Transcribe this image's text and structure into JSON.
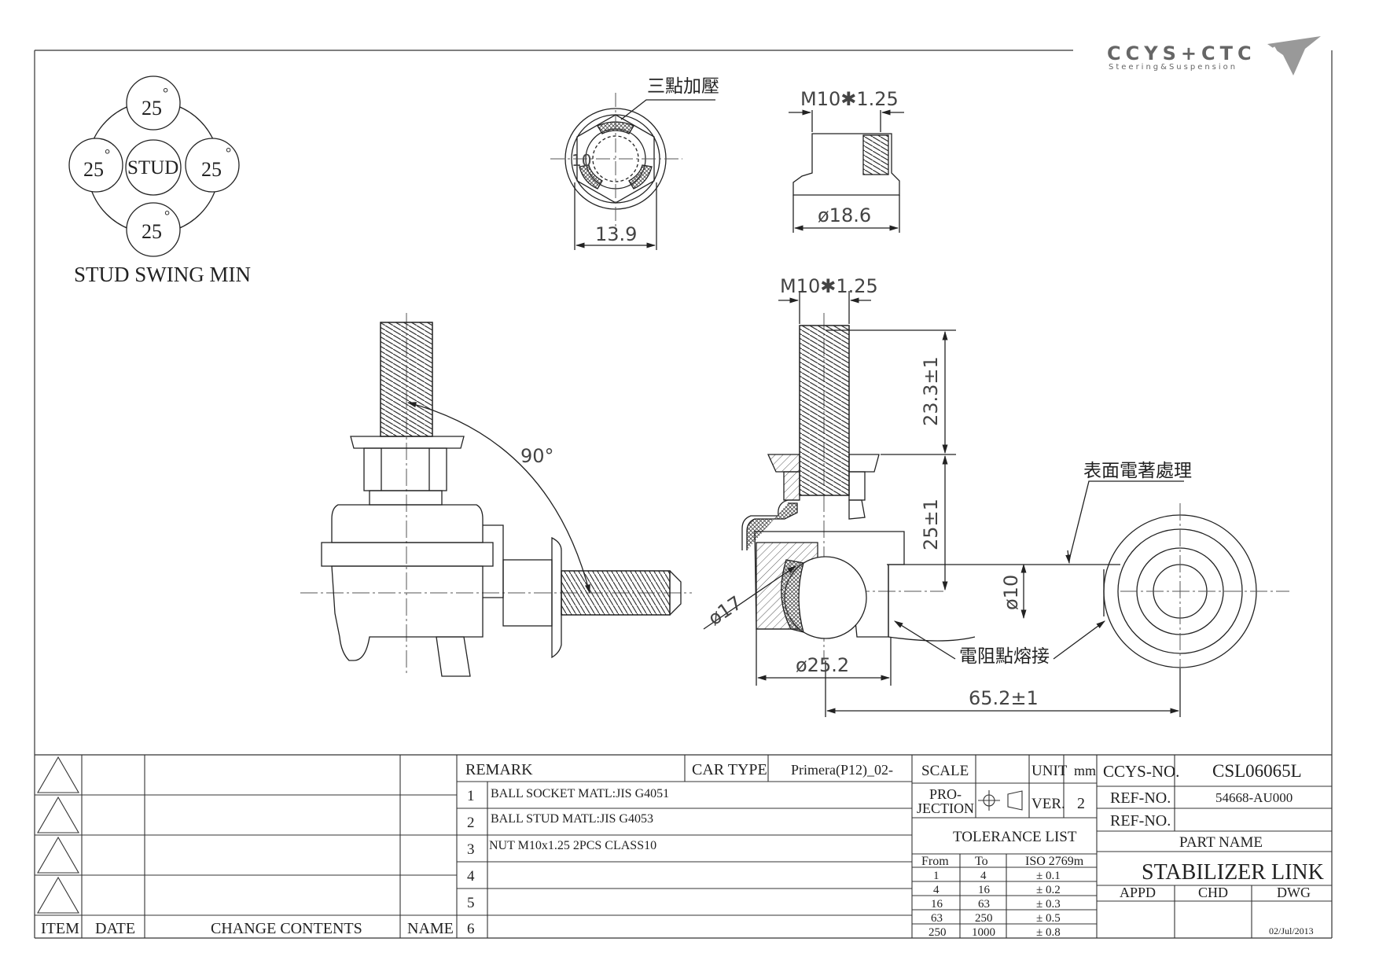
{
  "logo": {
    "name": "ccys-ctc-logo",
    "text": "CCYS+CTC",
    "tagline": "Steering&Suspension"
  },
  "swing": {
    "top": "25",
    "left": "25",
    "right": "25",
    "bottom": "25",
    "center": "STUD",
    "degree": "°",
    "caption": "STUD SWING MIN"
  },
  "nut_view": {
    "callout": "三點加壓",
    "inner": "10",
    "width": "13.9"
  },
  "nut_side": {
    "thread": "M10✱1.25",
    "diameter": "ø18.6"
  },
  "main_side": {
    "angle": "90°"
  },
  "main_section": {
    "thread": "M10✱1.25",
    "dim_stud": "23.3±1",
    "dim_height": "25±1",
    "surface_note": "表面電著處理",
    "ball_dia": "ø17",
    "rod_dia": "ø10",
    "weld_note": "電阻點熔接",
    "housing_dia": "ø25.2",
    "length": "65.2±1"
  },
  "revision_block": {
    "headers": {
      "item": "ITEM",
      "date": "DATE",
      "contents": "CHANGE CONTENTS",
      "name": "NAME"
    }
  },
  "remarks": {
    "remark_label": "REMARK",
    "car_type_label": "CAR TYPE",
    "car_type": "Primera(P12)_02-",
    "rows": [
      {
        "no": "1",
        "text": "BALL SOCKET MATL:JIS  G4051"
      },
      {
        "no": "2",
        "text": "BALL STUD MATL:JIS G4053"
      },
      {
        "no": "3",
        "text": "NUT M10x1.25 2PCS CLASS10"
      },
      {
        "no": "4",
        "text": ""
      },
      {
        "no": "5",
        "text": ""
      },
      {
        "no": "6",
        "text": ""
      }
    ]
  },
  "scale_block": {
    "scale_label": "SCALE",
    "unit_label": "UNIT",
    "unit": "mm",
    "projection_label_1": "PRO-",
    "projection_label_2": "JECTION",
    "ver_label": "VER.",
    "ver": "2"
  },
  "tolerance": {
    "title": "TOLERANCE LIST",
    "headers": {
      "from": "From",
      "to": "To",
      "std": "ISO 2769m"
    },
    "rows": [
      {
        "from": "1",
        "to": "4",
        "tol": "± 0.1"
      },
      {
        "from": "4",
        "to": "16",
        "tol": "± 0.2"
      },
      {
        "from": "16",
        "to": "63",
        "tol": "± 0.3"
      },
      {
        "from": "63",
        "to": "250",
        "tol": "± 0.5"
      },
      {
        "from": "250",
        "to": "1000",
        "tol": "± 0.8"
      }
    ]
  },
  "title_block": {
    "ccys_no_label": "CCYS-NO.",
    "ccys_no": "CSL06065L",
    "ref_no_label": "REF-NO.",
    "ref_no": "54668-AU000",
    "ref_no_label_2": "REF-NO.",
    "ref_no_2": "",
    "part_name_label": "PART NAME",
    "part_name": "STABILIZER LINK",
    "appd": "APPD",
    "chd": "CHD",
    "dwg": "DWG",
    "date": "02/Jul/2013"
  },
  "colors": {
    "line": "#222222",
    "hatch": "#555555",
    "center": "#555555",
    "paper": "#ffffff"
  }
}
